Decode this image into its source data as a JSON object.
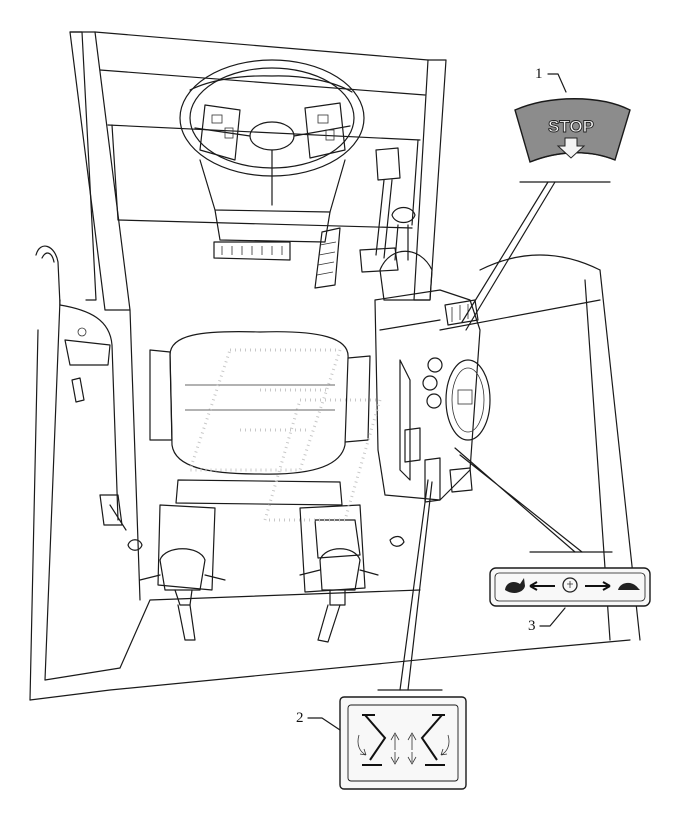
{
  "callouts": [
    {
      "number": "1",
      "decal": "stop-decal"
    },
    {
      "number": "2",
      "decal": "lift-control-decal"
    },
    {
      "number": "3",
      "decal": "speed-range-decal"
    }
  ],
  "decals": {
    "stop_label": "STOP"
  },
  "icons": {
    "decal1": "stop-arrow-icon",
    "decal2": "lift-arms-icon",
    "decal3": "hare-tortoise-icon"
  },
  "colors": {
    "ink": "#1a1a1a",
    "decal_fill": "#8c8c8c",
    "watermark": "#c8c8c8"
  }
}
